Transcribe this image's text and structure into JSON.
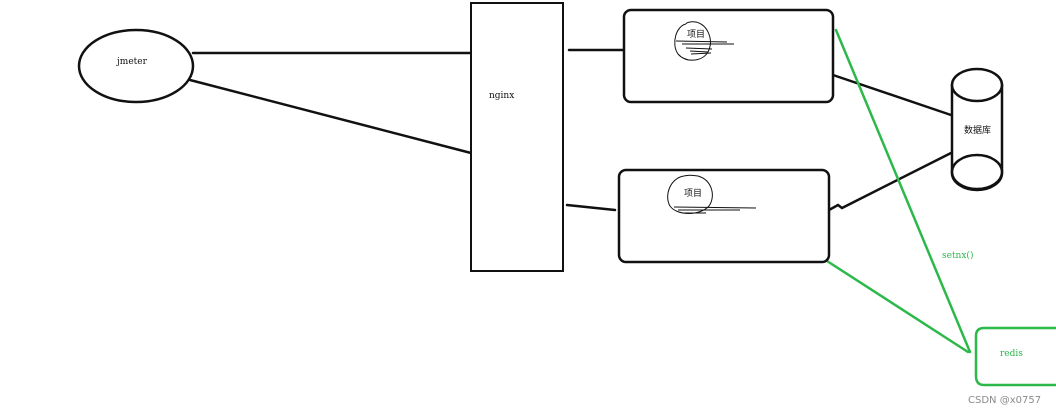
{
  "diagram": {
    "nodes": {
      "jmeter": {
        "label": "jmeter"
      },
      "nginx": {
        "label": "nginx"
      },
      "project_top": {
        "label": "项目"
      },
      "project_bottom": {
        "label": "项目"
      },
      "database": {
        "label": "数据库"
      },
      "redis": {
        "label": "redis"
      }
    },
    "edges": {
      "setnx_label": "setnx()"
    }
  },
  "colors": {
    "stroke": "#111111",
    "redis_green": "#2db84a",
    "watermark": "#8a8a8a"
  },
  "watermark": "CSDN @x0757"
}
